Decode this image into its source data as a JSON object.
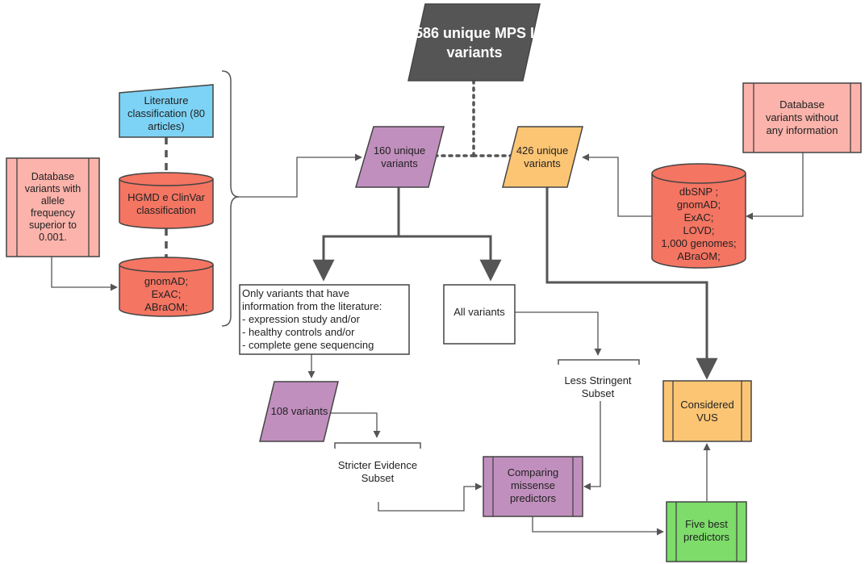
{
  "title_node": "586 unique MPS I\nvariants",
  "nodes": {
    "unique160": "160 unique\nvariants",
    "unique426": "426 unique\nvariants",
    "literature": "Literature\nclassification (80\narticles)",
    "hgmd": "HGMD e ClinVar\nclassification",
    "gnomad_left": "gnomAD;\nExAC;\nABraOM;",
    "db_allele": "Database\nvariants with\nallele\nfrequency\nsuperior to\n0.001.",
    "db_noinfo": "Database\nvariants without\nany information",
    "databases_right": "dbSNP ;\ngnomAD;\nExAC;\nLOVD;\n1,000 genomes;\nABraOM;",
    "only_literature": "Only variants that have\ninformation from the literature:\n- expression study and/or\n- healthy controls and/or\n- complete gene sequencing",
    "all_variants": "All variants",
    "less_stringent": "Less Stringent\nSubset",
    "considered_vus": "Considered\nVUS",
    "variants108": "108 variants",
    "stricter_subset": "Stricter Evidence\nSubset",
    "comparing": "Comparing\nmissense\npredictors",
    "five_best": "Five best\npredictors"
  },
  "colors": {
    "dark": "#555555",
    "purple": "#c18fbe",
    "orange": "#fcc574",
    "blue": "#7dd3f5",
    "red": "#f47562",
    "pink": "#fbb3ab",
    "green": "#7ddc6a",
    "line": "#555555"
  }
}
